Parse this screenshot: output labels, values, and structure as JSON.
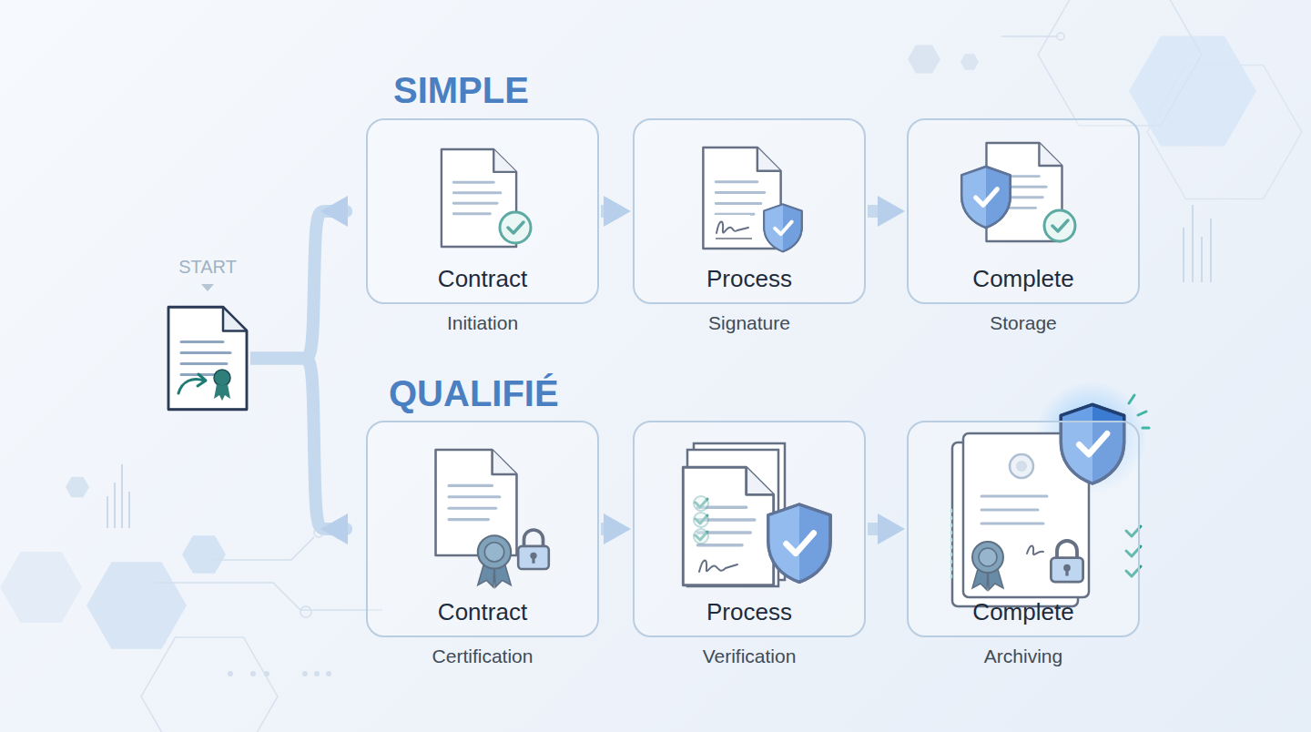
{
  "diagram": {
    "nodes": [
      {
        "text": [
          "START"
        ]
      },
      {
        "text": [
          "Contract",
          "Initiation"
        ]
      },
      {
        "text": [
          "Process",
          "Signature"
        ]
      },
      {
        "text": [
          "Complete",
          "Storage"
        ]
      },
      {
        "text": [
          "Contract",
          "Certification"
        ]
      },
      {
        "text": [
          "Process",
          "Verification"
        ]
      },
      {
        "text": [
          "Complete",
          "Archiving"
        ]
      }
    ],
    "edges": [
      {
        "from": 0,
        "to": 1,
        "arrow": "to"
      },
      {
        "from": 0,
        "to": 4,
        "arrow": "to"
      },
      {
        "from": 1,
        "to": 2,
        "arrow": "to"
      },
      {
        "from": 2,
        "to": 3,
        "arrow": "to"
      },
      {
        "from": 4,
        "to": 5,
        "arrow": "to"
      },
      {
        "from": 5,
        "to": 6,
        "arrow": "to"
      }
    ],
    "labels": [
      "SIMPLE",
      "QUALIFIÉ"
    ]
  }
}
